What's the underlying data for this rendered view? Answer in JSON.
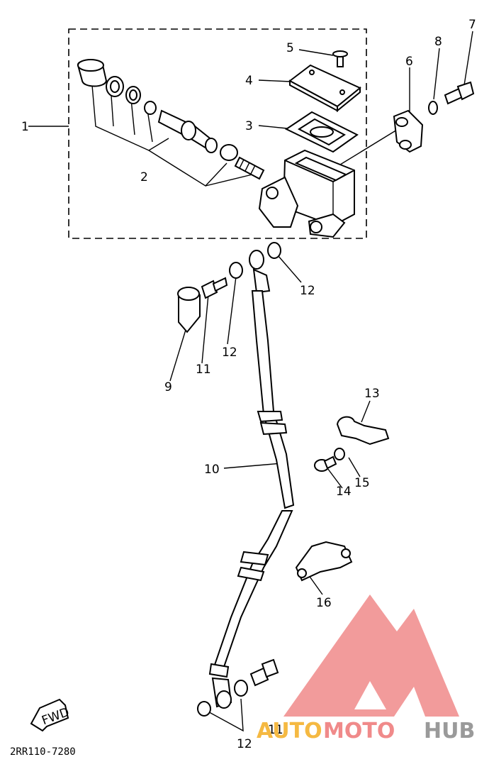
{
  "callouts": {
    "c1": "1",
    "c2": "2",
    "c3": "3",
    "c4": "4",
    "c5": "5",
    "c6": "6",
    "c7": "7",
    "c8": "8",
    "c9": "9",
    "c10": "10",
    "c11a": "11",
    "c11b": "11",
    "c12a": "12",
    "c12b": "12",
    "c12c": "12",
    "c13": "13",
    "c14": "14",
    "c15": "15",
    "c16": "16"
  },
  "fwd_label": "FWD",
  "drawing_code": "2RR110-7280",
  "watermark": {
    "part1": "AUTO",
    "part2": "MOTO",
    "part3": "HUB",
    "color_orange": "#f5b942",
    "color_red": "#f08a8a",
    "color_gray": "#9a9a9a"
  }
}
